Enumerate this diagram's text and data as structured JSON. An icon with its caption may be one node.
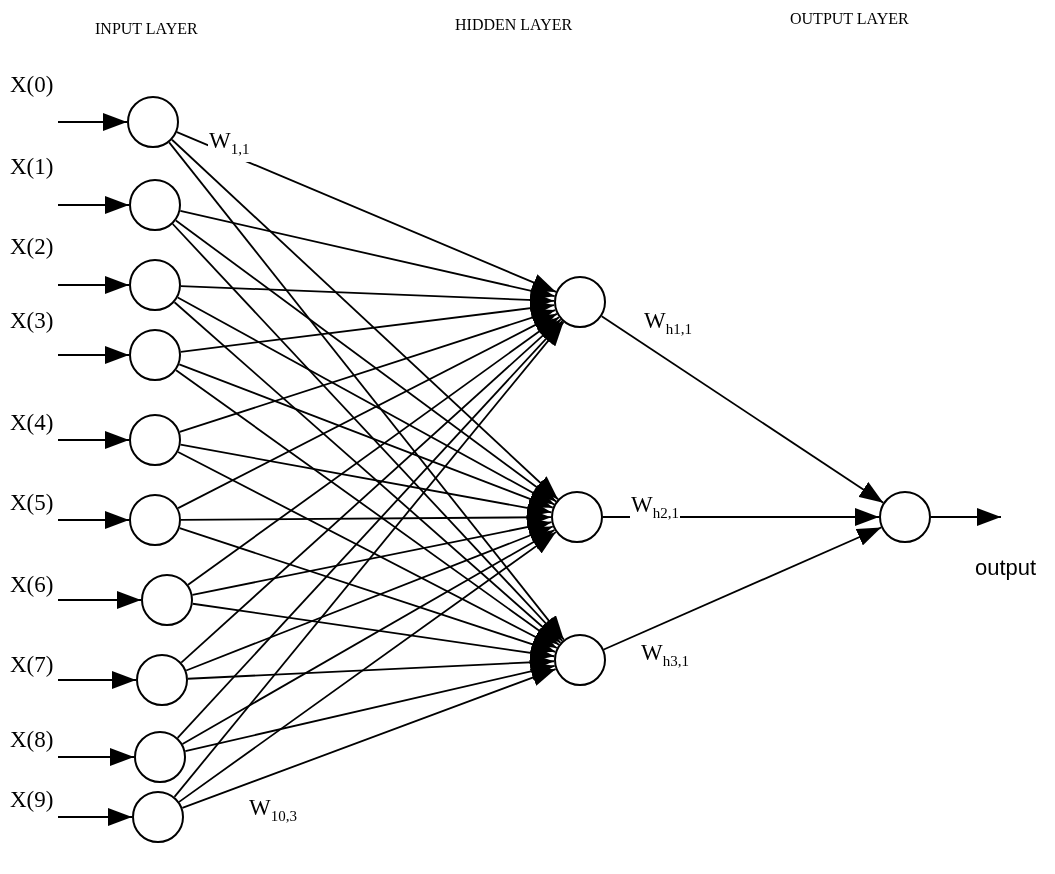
{
  "diagram": {
    "nodes": [
      {
        "text": [
          "X(0)"
        ]
      },
      {
        "text": [
          "X(1)"
        ]
      },
      {
        "text": [
          "X(2)"
        ]
      },
      {
        "text": [
          "X(3)"
        ]
      },
      {
        "text": [
          "X(4)"
        ]
      },
      {
        "text": [
          "X(5)"
        ]
      },
      {
        "text": [
          "X(6)"
        ]
      },
      {
        "text": [
          "X(7)"
        ]
      },
      {
        "text": [
          "X(8)"
        ]
      },
      {
        "text": [
          "X(9)"
        ]
      },
      {
        "text": [],
        "shape": "circle"
      },
      {
        "text": [],
        "shape": "circle"
      },
      {
        "text": [],
        "shape": "circle"
      },
      {
        "text": [],
        "shape": "circle"
      },
      {
        "text": [],
        "shape": "circle"
      },
      {
        "text": [],
        "shape": "circle"
      },
      {
        "text": [],
        "shape": "circle"
      },
      {
        "text": [],
        "shape": "circle"
      },
      {
        "text": [],
        "shape": "circle"
      },
      {
        "text": [],
        "shape": "circle"
      },
      {
        "text": [],
        "shape": "circle"
      },
      {
        "text": [],
        "shape": "circle"
      },
      {
        "text": [],
        "shape": "circle"
      },
      {
        "text": [],
        "shape": "circle"
      }
    ],
    "edges": [
      {
        "from": 0,
        "to": 10,
        "arrow": "to"
      },
      {
        "from": 1,
        "to": 11,
        "arrow": "to"
      },
      {
        "from": 2,
        "to": 12,
        "arrow": "to"
      },
      {
        "from": 3,
        "to": 13,
        "arrow": "to"
      },
      {
        "from": 4,
        "to": 14,
        "arrow": "to"
      },
      {
        "from": 5,
        "to": 15,
        "arrow": "to"
      },
      {
        "from": 6,
        "to": 16,
        "arrow": "to"
      },
      {
        "from": 7,
        "to": 17,
        "arrow": "to"
      },
      {
        "from": 8,
        "to": 18,
        "arrow": "to"
      },
      {
        "from": 9,
        "to": 19,
        "arrow": "to"
      },
      {
        "from": 10,
        "to": 20,
        "arrow": "to",
        "label": "W$_{1,1}$"
      },
      {
        "from": 10,
        "to": 21,
        "arrow": "to"
      },
      {
        "from": 10,
        "to": 22,
        "arrow": "to"
      },
      {
        "from": 11,
        "to": 20,
        "arrow": "to"
      },
      {
        "from": 11,
        "to": 21,
        "arrow": "to"
      },
      {
        "from": 11,
        "to": 22,
        "arrow": "to"
      },
      {
        "from": 12,
        "to": 20,
        "arrow": "to"
      },
      {
        "from": 12,
        "to": 21,
        "arrow": "to"
      },
      {
        "from": 12,
        "to": 22,
        "arrow": "to"
      },
      {
        "from": 13,
        "to": 20,
        "arrow": "to"
      },
      {
        "from": 13,
        "to": 21,
        "arrow": "to"
      },
      {
        "from": 13,
        "to": 22,
        "arrow": "to"
      },
      {
        "from": 14,
        "to": 20,
        "arrow": "to"
      },
      {
        "from": 14,
        "to": 21,
        "arrow": "to"
      },
      {
        "from": 14,
        "to": 22,
        "arrow": "to"
      },
      {
        "from": 15,
        "to": 20,
        "arrow": "to"
      },
      {
        "from": 15,
        "to": 21,
        "arrow": "to"
      },
      {
        "from": 15,
        "to": 22,
        "arrow": "to"
      },
      {
        "from": 16,
        "to": 20,
        "arrow": "to"
      },
      {
        "from": 16,
        "to": 21,
        "arrow": "to"
      },
      {
        "from": 16,
        "to": 22,
        "arrow": "to"
      },
      {
        "from": 17,
        "to": 20,
        "arrow": "to"
      },
      {
        "from": 17,
        "to": 21,
        "arrow": "to"
      },
      {
        "from": 17,
        "to": 22,
        "arrow": "to"
      },
      {
        "from": 18,
        "to": 20,
        "arrow": "to"
      },
      {
        "from": 18,
        "to": 21,
        "arrow": "to"
      },
      {
        "from": 18,
        "to": 22,
        "arrow": "to"
      },
      {
        "from": 19,
        "to": 20,
        "arrow": "to"
      },
      {
        "from": 19,
        "to": 21,
        "arrow": "to"
      },
      {
        "from": 19,
        "to": 22,
        "arrow": "to",
        "label": "W$_{10,3}$"
      },
      {
        "from": 20,
        "to": 23,
        "arrow": "to",
        "label": "W$_{h1,1}$"
      },
      {
        "from": 21,
        "to": 23,
        "arrow": "to",
        "label": "W$_{h2,1}$"
      },
      {
        "from": 22,
        "to": 23,
        "arrow": "to",
        "label": "W$_{h3,1}$"
      },
      {
        "from": 23,
        "to": null,
        "arrow": "to"
      }
    ],
    "labels": [
      "INPUT LAYER",
      "HIDDEN LAYER",
      "OUTPUT LAYER",
      "output"
    ]
  }
}
